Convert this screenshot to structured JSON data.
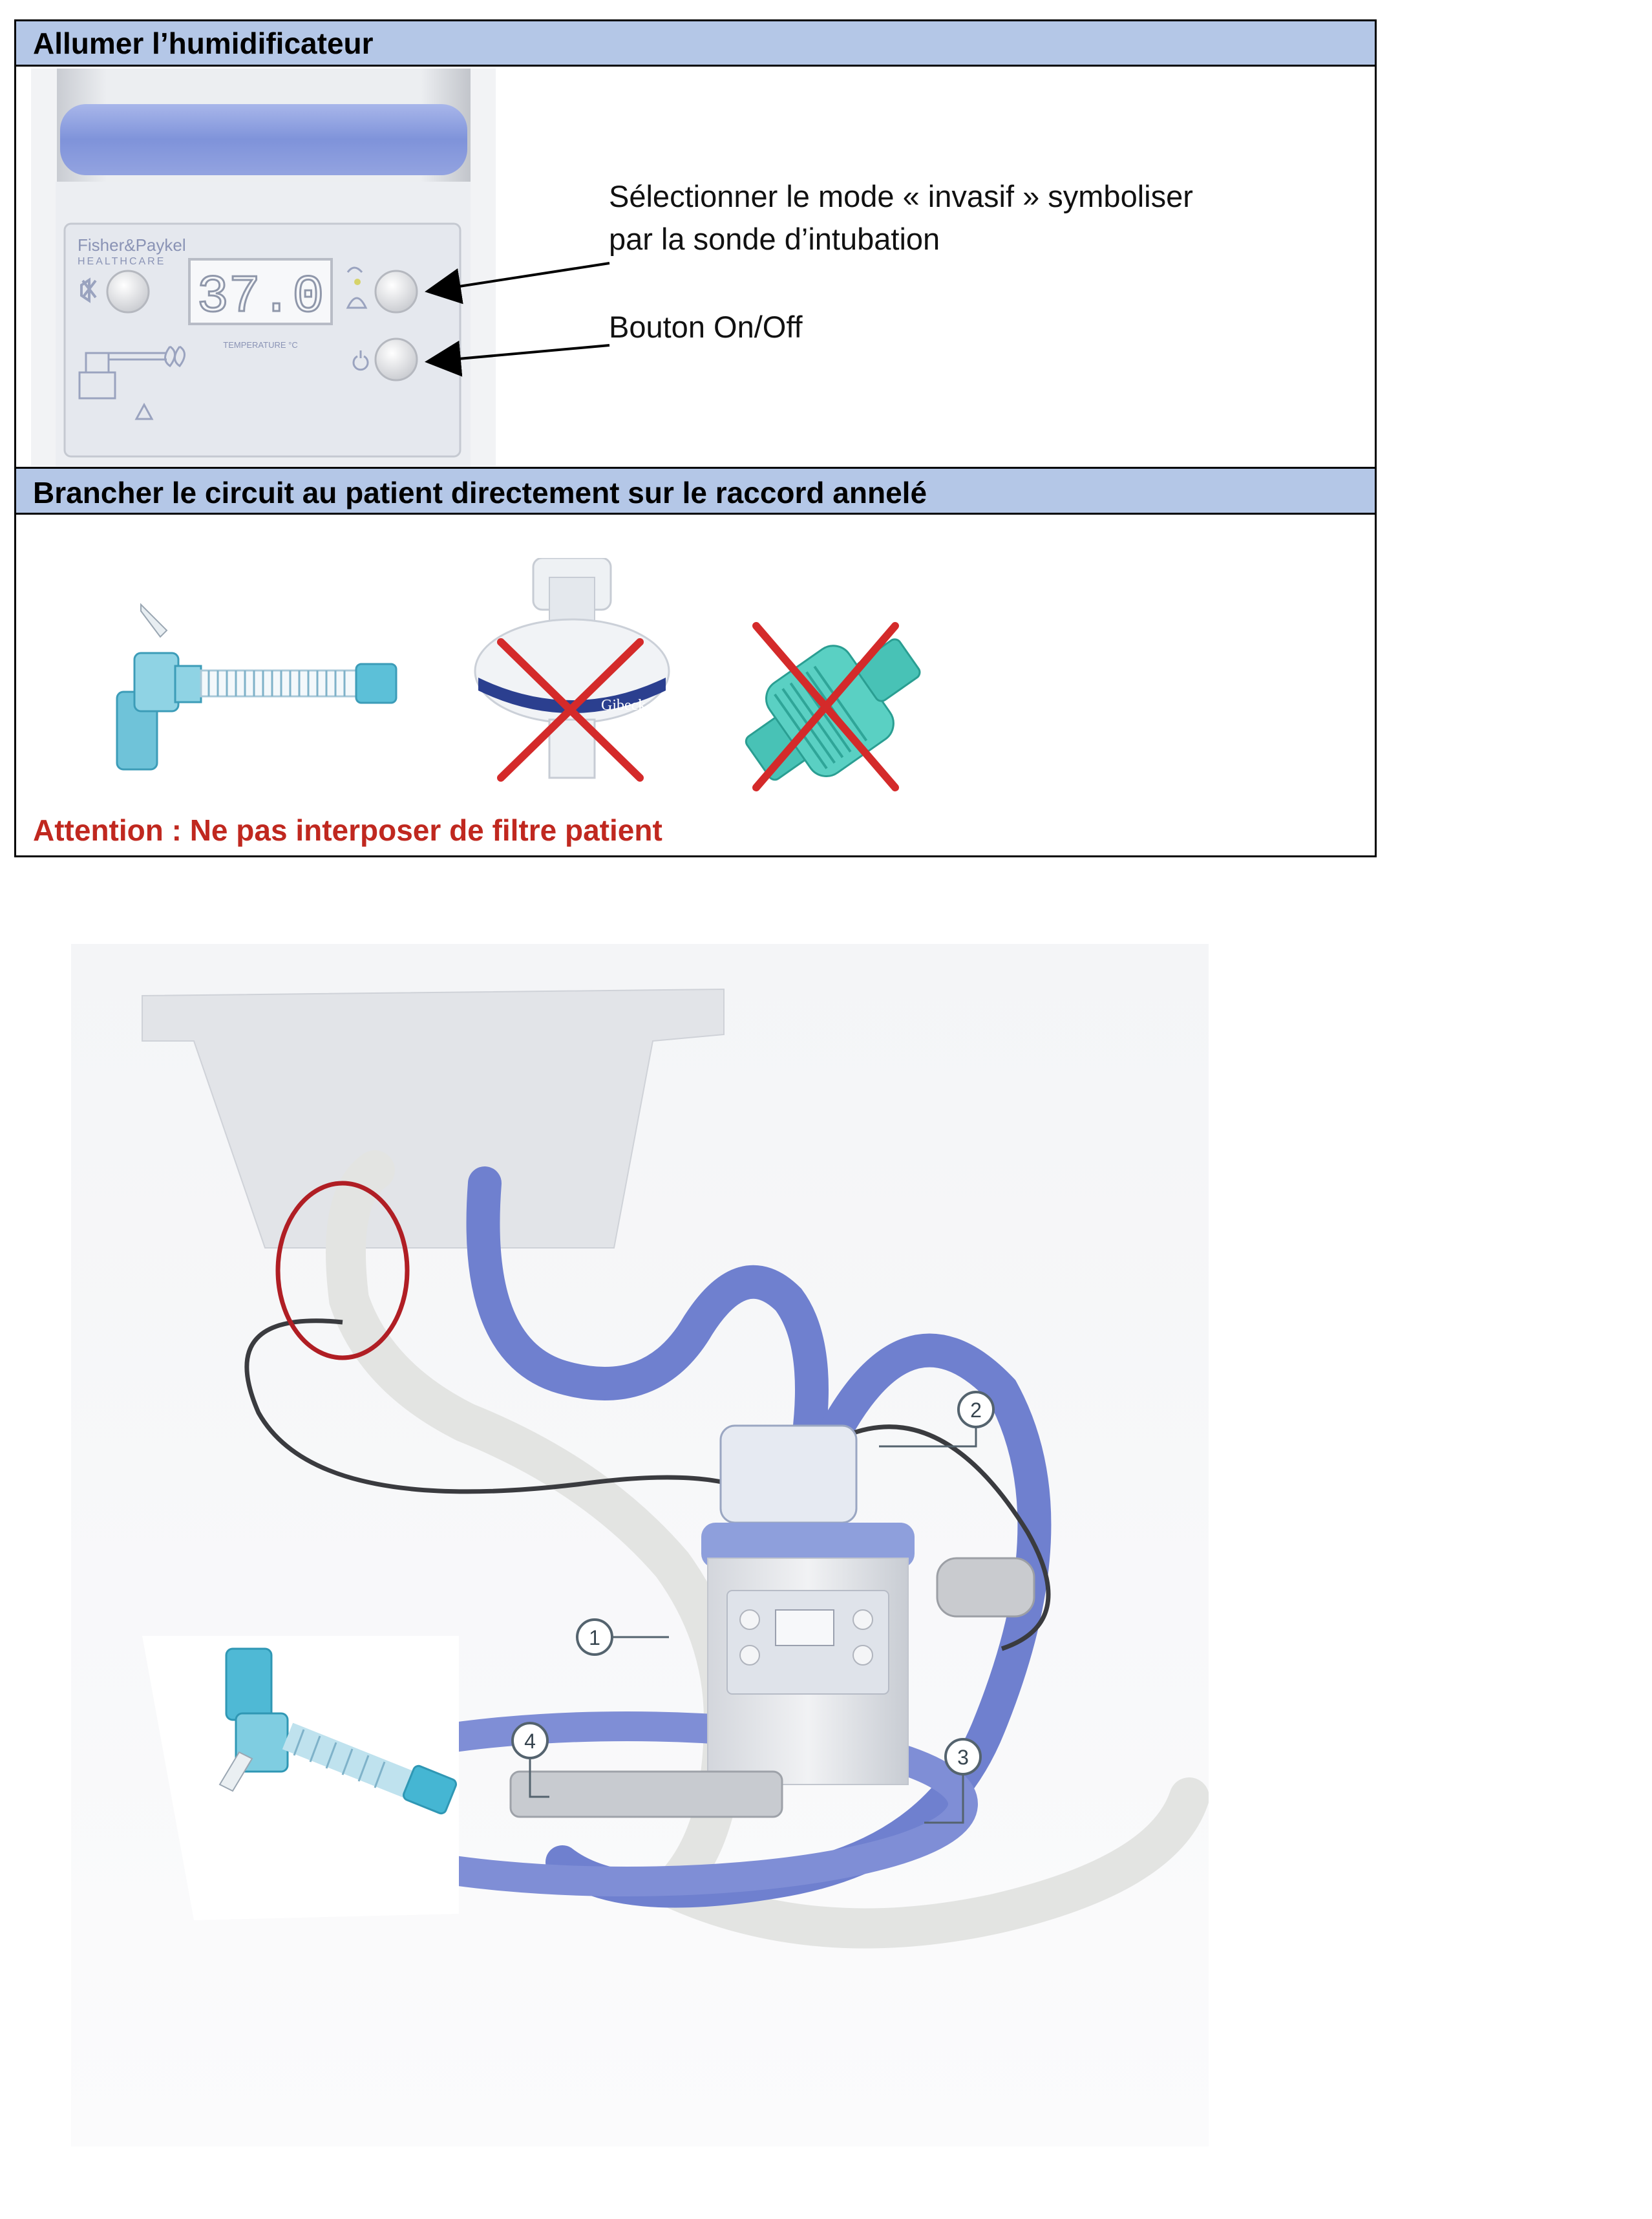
{
  "section1": {
    "title": "Allumer l’humidificateur",
    "device": {
      "brand_line1": "Fisher&Paykel",
      "brand_line2": "HEALTHCARE",
      "display_value": "37.0",
      "display_caption": "TEMPERATURE °C"
    },
    "instruction_mode_line1": "Sélectionner le mode « invasif » symboliser",
    "instruction_mode_line2": "par la sonde d’intubation",
    "instruction_power": "Bouton On/Off"
  },
  "section2": {
    "title": "Brancher le circuit au patient directement sur le raccord annelé",
    "filter_label": "Gibeck",
    "attention": "Attention : Ne pas interposer de filtre patient"
  },
  "setup_callouts": [
    "1",
    "2",
    "3",
    "4"
  ],
  "colors": {
    "header_bg": "#b4c7e7",
    "attention_red": "#c0281f",
    "cross_red": "#d42a2a",
    "tube_blue": "#6f80cf",
    "circle_red": "#b01e24"
  }
}
